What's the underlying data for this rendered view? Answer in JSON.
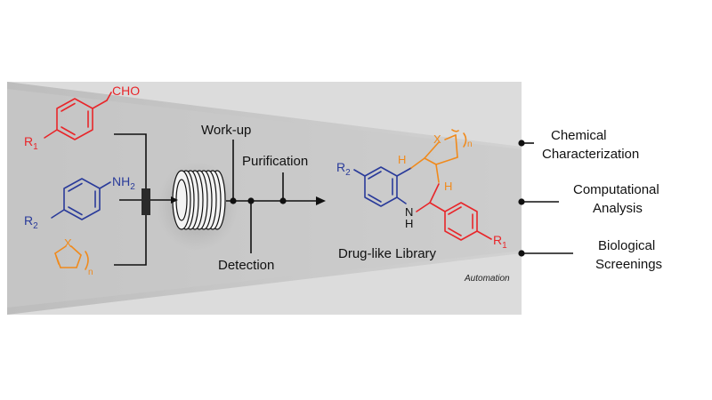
{
  "colors": {
    "aldehyde": "#e8262a",
    "aniline": "#2a3b9a",
    "alkene": "#f08a1c",
    "panel": "#d9d9d9",
    "cone": "#c4c4c4",
    "line": "#111111"
  },
  "reagents": {
    "aldehyde": {
      "r_label": "R",
      "r_sub": "1",
      "group": "CHO"
    },
    "aniline": {
      "r_label": "R",
      "r_sub": "2",
      "group": "NH",
      "group_sub": "2"
    },
    "alkene": {
      "hetero": "X",
      "index": "n"
    }
  },
  "flow": {
    "workup": "Work-up",
    "purification": "Purification",
    "detection": "Detection"
  },
  "product": {
    "r2_label": "R",
    "r2_sub": "2",
    "h1": "H",
    "h2": "H",
    "x": "X",
    "n": "n",
    "nh": "N",
    "nh_h": "H",
    "r1_label": "R",
    "r1_sub": "1",
    "caption": "Drug-like Library",
    "automation": "Automation"
  },
  "outputs": [
    {
      "line1": "Chemical",
      "line2": "Characterization"
    },
    {
      "line1": "Computational",
      "line2": "Analysis"
    },
    {
      "line1": "Biological",
      "line2": "Screenings"
    }
  ]
}
